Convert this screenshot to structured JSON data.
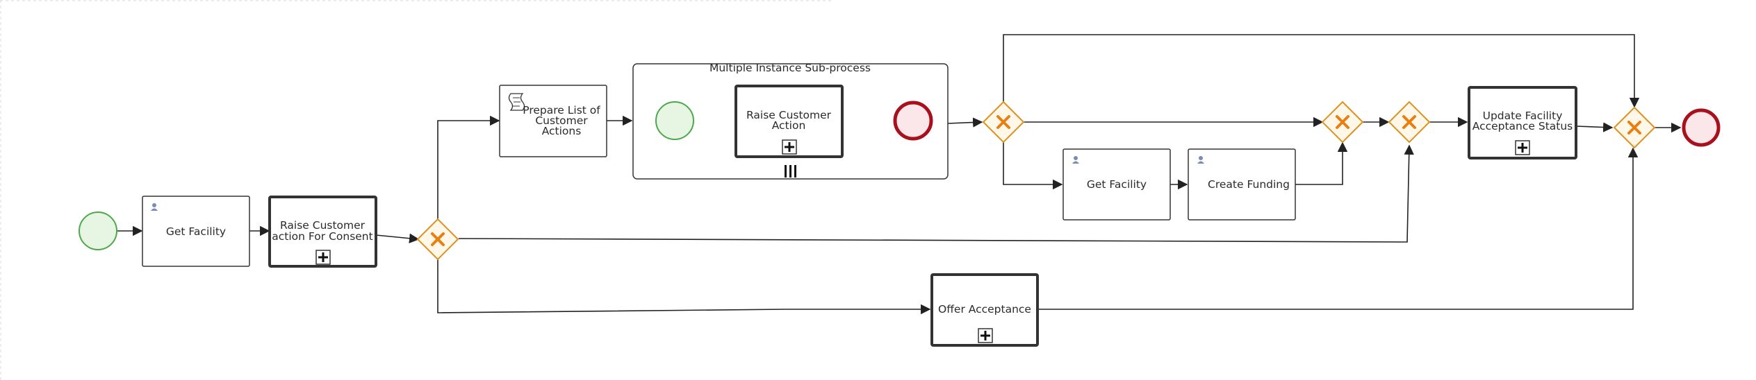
{
  "diagram": {
    "subprocess_title": "Multiple Instance Sub-process",
    "tasks": {
      "get_facility_1": "Get Facility",
      "raise_consent_line1": "Raise Customer",
      "raise_consent_line2": "action For Consent",
      "prepare_line1": "Prepare List of",
      "prepare_line2": "Customer",
      "prepare_line3": "Actions",
      "raise_action_line1": "Raise Customer",
      "raise_action_line2": "Action",
      "get_facility_2": "Get Facility",
      "create_funding": "Create Funding",
      "update_line1": "Update Facility",
      "update_line2": "Acceptance Status",
      "offer_acceptance": "Offer Acceptance"
    }
  }
}
